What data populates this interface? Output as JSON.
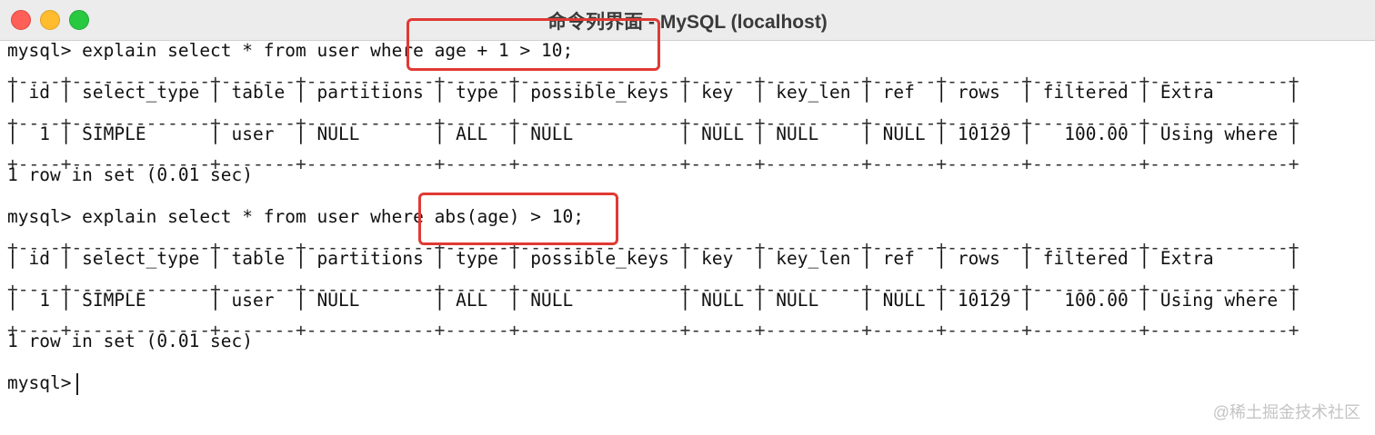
{
  "window": {
    "title": "命令列界面 - MySQL (localhost)"
  },
  "terminal": {
    "queries": [
      {
        "prompt": "mysql>",
        "command": "explain select * from user where age + 1 > 10;",
        "headers": [
          "id",
          "select_type",
          "table",
          "partitions",
          "type",
          "possible_keys",
          "key",
          "key_len",
          "ref",
          "rows",
          "filtered",
          "Extra"
        ],
        "row": [
          "1",
          "SIMPLE",
          "user",
          "NULL",
          "ALL",
          "NULL",
          "NULL",
          "NULL",
          "NULL",
          "10129",
          "100.00",
          "Using where"
        ],
        "result": "1 row in set (0.01 sec)"
      },
      {
        "prompt": "mysql>",
        "command": "explain select * from user where abs(age) > 10;",
        "headers": [
          "id",
          "select_type",
          "table",
          "partitions",
          "type",
          "possible_keys",
          "key",
          "key_len",
          "ref",
          "rows",
          "filtered",
          "Extra"
        ],
        "row": [
          "1",
          "SIMPLE",
          "user",
          "NULL",
          "ALL",
          "NULL",
          "NULL",
          "NULL",
          "NULL",
          "10129",
          "100.00",
          "Using where"
        ],
        "result": "1 row in set (0.01 sec)"
      }
    ],
    "final_prompt": "mysql>"
  },
  "watermark": "@稀土掘金技术社区",
  "colors": {
    "highlight": "#e03a34",
    "close": "#fe5f57",
    "minimize": "#febc2e",
    "maximize": "#28c840"
  }
}
